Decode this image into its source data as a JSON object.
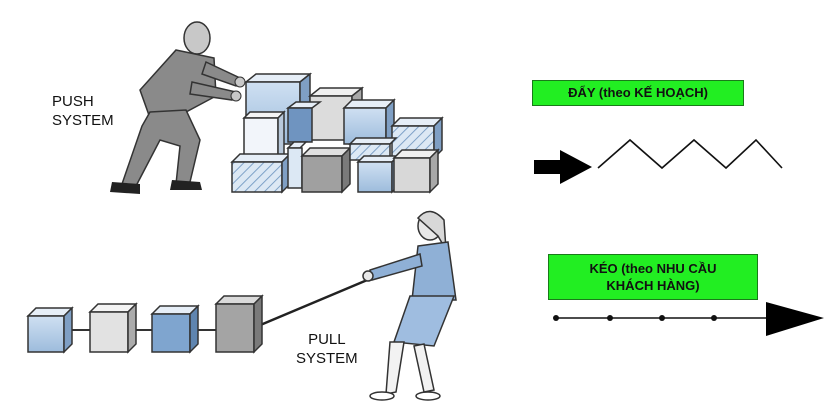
{
  "push": {
    "label_line1": "PUSH",
    "label_line2": "SYSTEM",
    "box_text": "ĐẨY (theo KẾ HOẠCH)"
  },
  "pull": {
    "label_line1": "PULL",
    "label_line2": "SYSTEM",
    "box_line1": "KÉO (theo NHU CẦU",
    "box_line2": "KHÁCH HÀNG)"
  },
  "colors": {
    "box_green": "#22ee22",
    "cube_blue": "#b8d0e8",
    "cube_gray": "#d8d8d8",
    "cube_dark": "#9a9a9a",
    "figure_gray": "#8a8a8a",
    "figure_blue": "#8fb0d6"
  }
}
